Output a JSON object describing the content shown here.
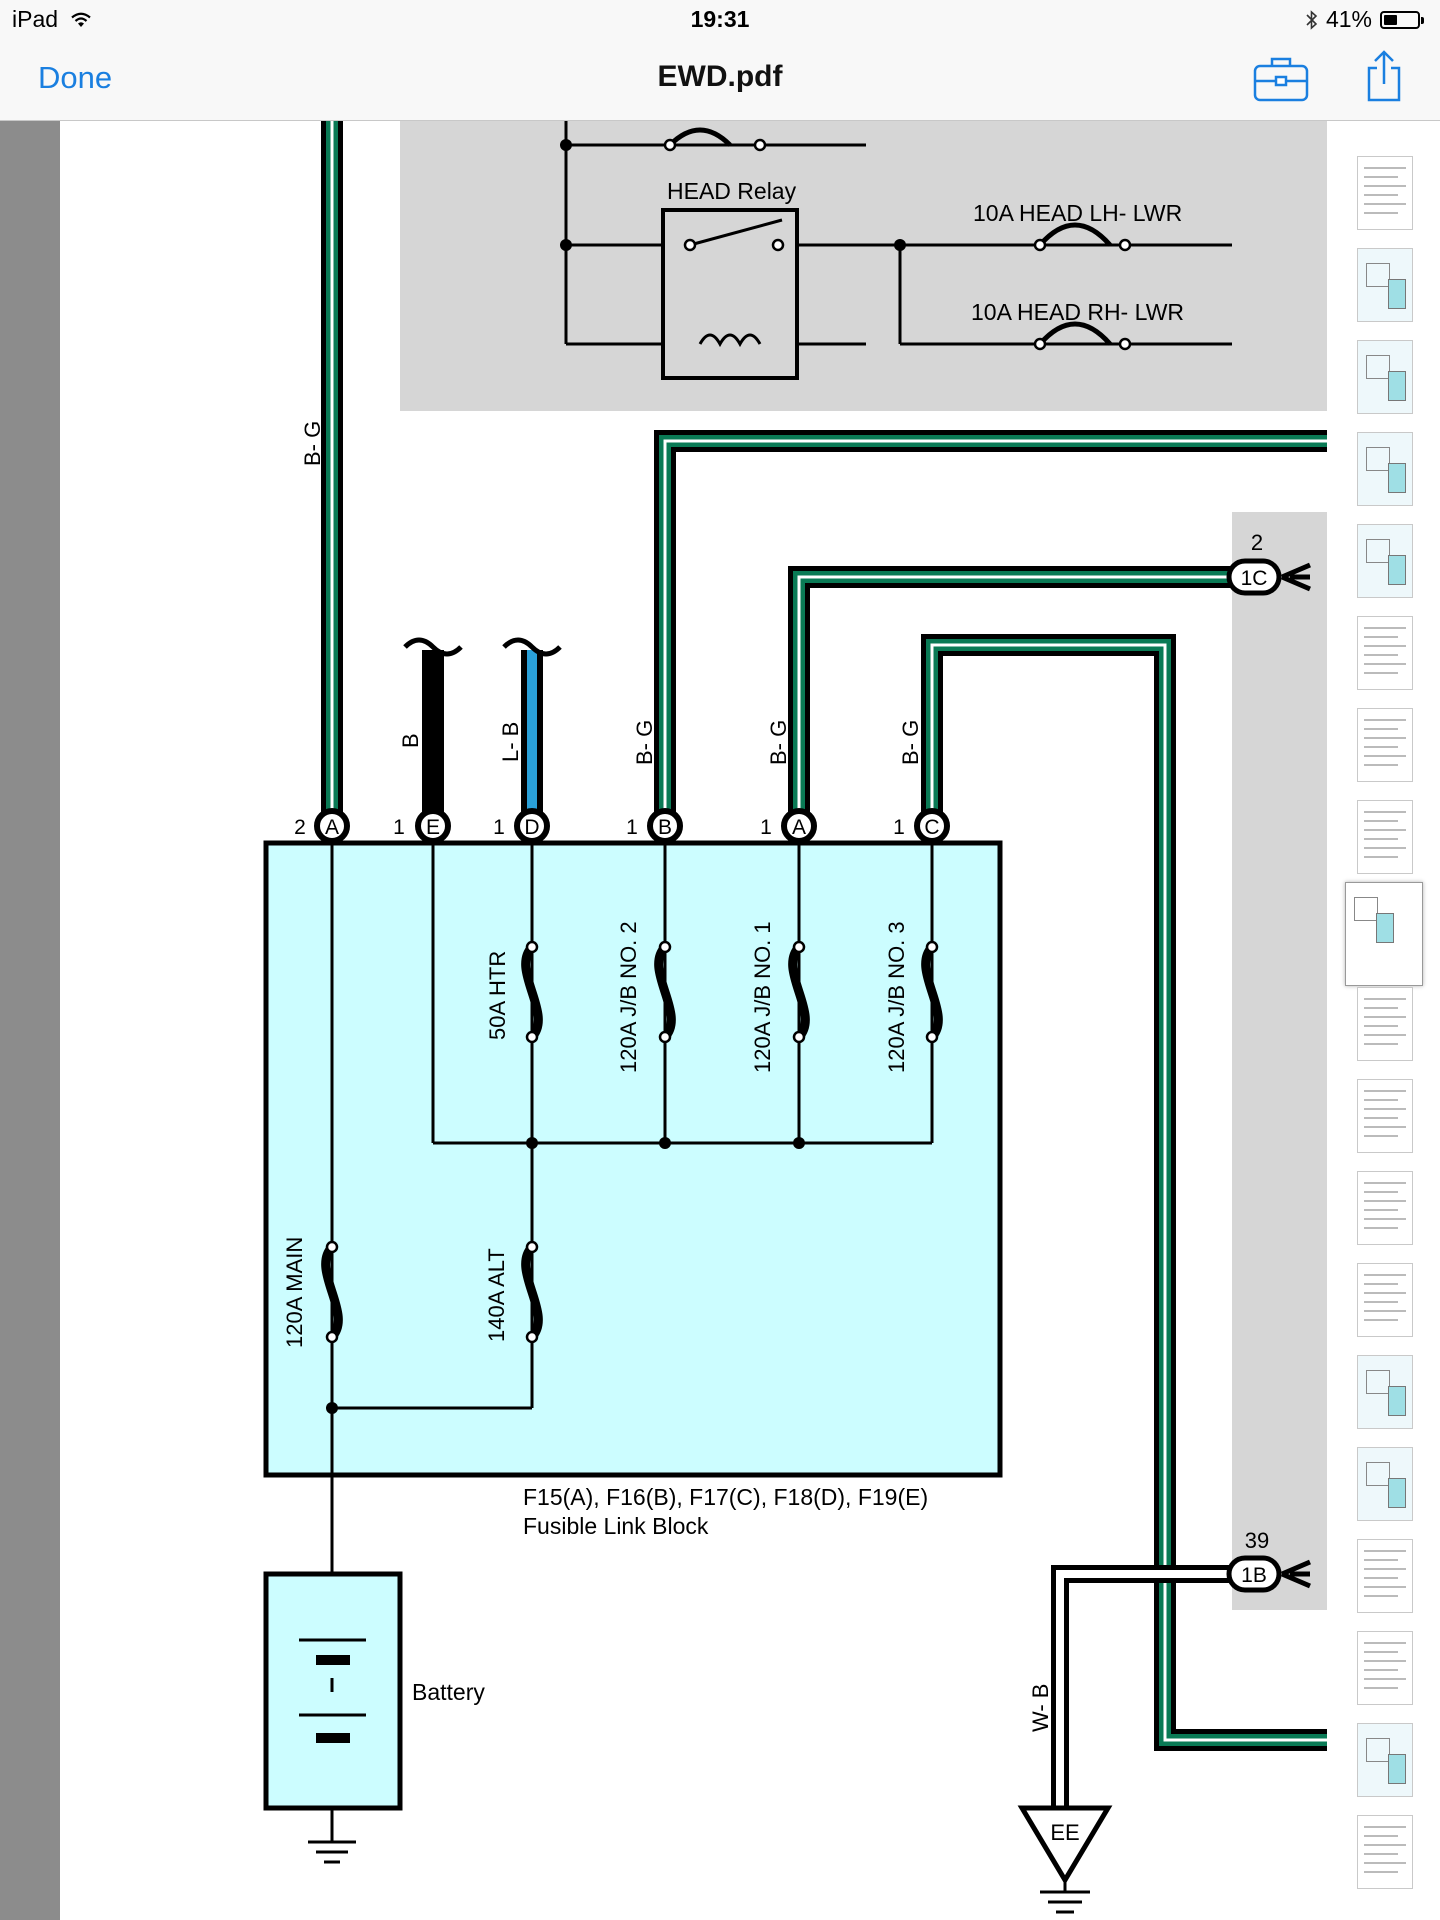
{
  "status_bar": {
    "device": "iPad",
    "time": "19:31",
    "battery": "41%",
    "battery_level": 0.41
  },
  "nav": {
    "done_label": "Done",
    "title": "EWD.pdf"
  },
  "diagram": {
    "head_relay": "HEAD Relay",
    "fuse_lh": "10A HEAD LH- LWR",
    "fuse_rh": "10A HEAD RH- LWR",
    "wire_bg": "B- G",
    "wire_b": "B",
    "wire_lb": "L- B",
    "wire_wb": "W- B",
    "pin_2": "2",
    "pin_1": "1",
    "conn_A": "A",
    "conn_E": "E",
    "conn_D": "D",
    "conn_B": "B",
    "conn_C": "C",
    "fuse_50a": "50A HTR",
    "fuse_jb2": "120A J/B NO. 2",
    "fuse_jb1": "120A J/B NO. 1",
    "fuse_jb3": "120A J/B NO. 3",
    "fuse_main": "120A MAIN",
    "fuse_alt": "140A ALT",
    "block_line1": "F15(A), F16(B), F17(C), F18(D), F19(E)",
    "block_line2": "Fusible Link Block",
    "battery_label": "Battery",
    "conn_1c": "1C",
    "conn_1c_num": "2",
    "conn_1b": "1B",
    "conn_1b_num": "39",
    "ground": "EE"
  },
  "thumbnails": {
    "count": 19,
    "current_index": 8
  },
  "colors": {
    "accent": "#1a7fe0",
    "wire_green": "#0a7a55",
    "wire_blue": "#2aa0d8",
    "block_fill": "#ccfdff",
    "shaded_area": "#d6d6d6"
  }
}
